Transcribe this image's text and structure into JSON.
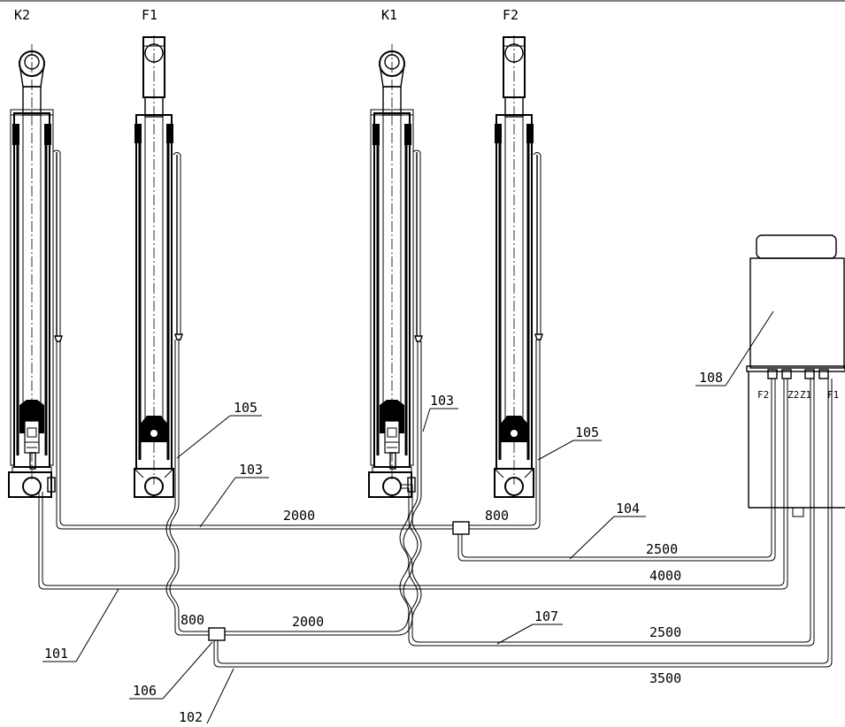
{
  "cylinders": [
    {
      "id": "k2",
      "label": "K2",
      "type": "eye"
    },
    {
      "id": "f1",
      "label": "F1",
      "type": "fork"
    },
    {
      "id": "k1",
      "label": "K1",
      "type": "eye"
    },
    {
      "id": "f2",
      "label": "F2",
      "type": "fork"
    }
  ],
  "power_unit": {
    "label": "108",
    "ports": [
      "F2",
      "Z2",
      "Z1",
      "F1"
    ]
  },
  "callouts": [
    "101",
    "102",
    "103",
    "103",
    "104",
    "105",
    "105",
    "106",
    "107"
  ],
  "dimensions": {
    "upper_main": "2000",
    "upper_branch": "800",
    "line_104": "2500",
    "line_101": "4000",
    "lower_branch": "800",
    "lower_main": "2000",
    "line_107": "2500",
    "line_102": "3500"
  }
}
